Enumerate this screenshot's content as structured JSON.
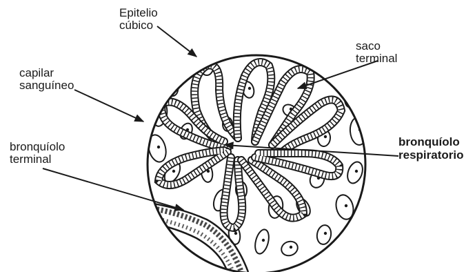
{
  "labels": {
    "epitelio": {
      "line1": "Epitelio",
      "line2": "cúbico"
    },
    "saco": {
      "line1": "saco",
      "line2": "terminal"
    },
    "capilar": {
      "line1": "capilar",
      "line2": "sanguíneo"
    },
    "bronquiolo_terminal": {
      "line1": "bronquíolo",
      "line2": "terminal"
    },
    "bronquiolo_respiratorio": {
      "line1": "bronquíolo",
      "line2": "respiratorio"
    }
  },
  "colors": {
    "ink": "#1a1a1a",
    "background": "#ffffff"
  }
}
